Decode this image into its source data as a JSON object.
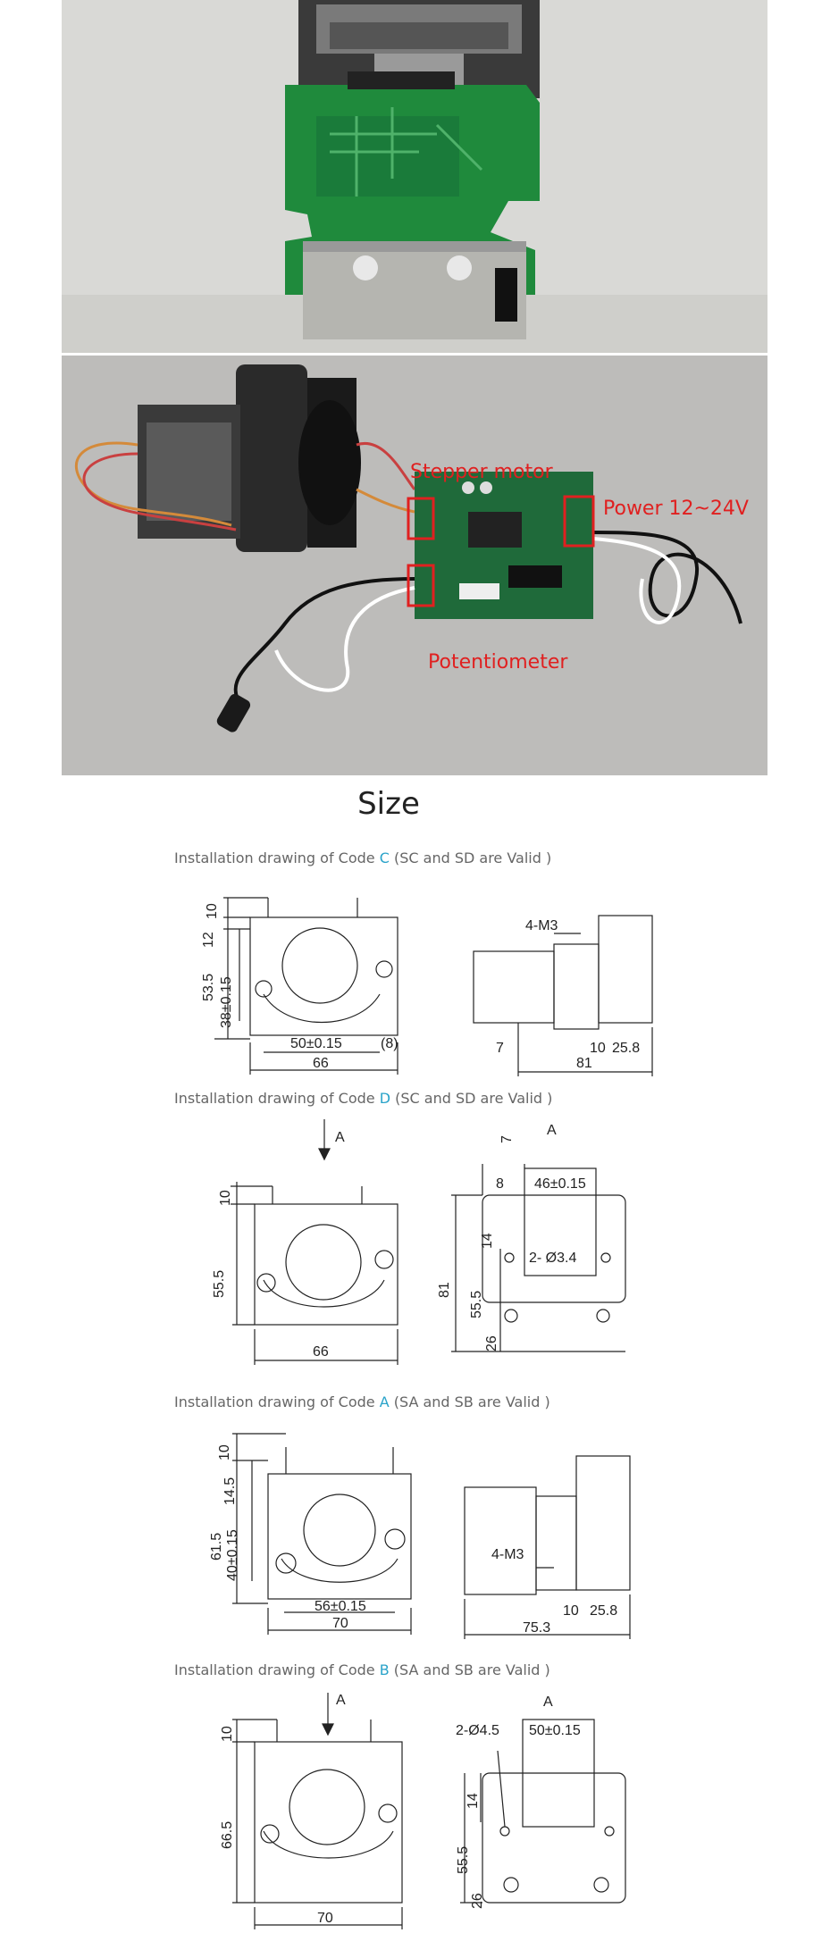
{
  "annotations": {
    "stepper": "Stepper motor",
    "power": "Power 12~24V",
    "pot": "Potentiometer"
  },
  "heading": "Size",
  "captions": [
    {
      "prefix": "Installation drawing  of Code ",
      "code": "C",
      "suffix": " (SC and SD are Valid )"
    },
    {
      "prefix": "Installation drawing  of Code ",
      "code": "D",
      "suffix": " (SC and SD are Valid )"
    },
    {
      "prefix": "Installation drawing  of Code ",
      "code": "A",
      "suffix": " (SA and SB are Valid )"
    },
    {
      "prefix": "Installation drawing  of Code ",
      "code": "B",
      "suffix": " (SA and SB are Valid )"
    }
  ],
  "dims": {
    "c": {
      "d10": "10",
      "d12": "12",
      "d535": "53.5",
      "d38": "38±0.15",
      "d50": "50±0.15",
      "d8": "(8)",
      "d66": "66",
      "m3": "4-M3",
      "d7": "7",
      "d10b": "10",
      "d258": "25.8",
      "d81": "81"
    },
    "d": {
      "a": "A",
      "a2": "A",
      "d10": "10",
      "d555": "55.5",
      "d66": "66",
      "d7": "7",
      "d8": "8",
      "d46": "46±0.15",
      "d14": "14",
      "d81": "81",
      "d555b": "55.5",
      "d26": "26",
      "hole": "2- Ø3.4"
    },
    "a": {
      "d10": "10",
      "d145": "14.5",
      "d615": "61.5",
      "d40": "40±0.15",
      "d56": "56±0.15",
      "d70": "70",
      "m3": "4-M3",
      "d10b": "10",
      "d258": "25.8",
      "d753": "75.3"
    },
    "b": {
      "a": "A",
      "a2": "A",
      "d10": "10",
      "d665": "66.5",
      "d70": "70",
      "hole": "2-Ø4.5",
      "d50": "50±0.15",
      "d14": "14",
      "d555": "55.5",
      "d26": "26"
    }
  }
}
